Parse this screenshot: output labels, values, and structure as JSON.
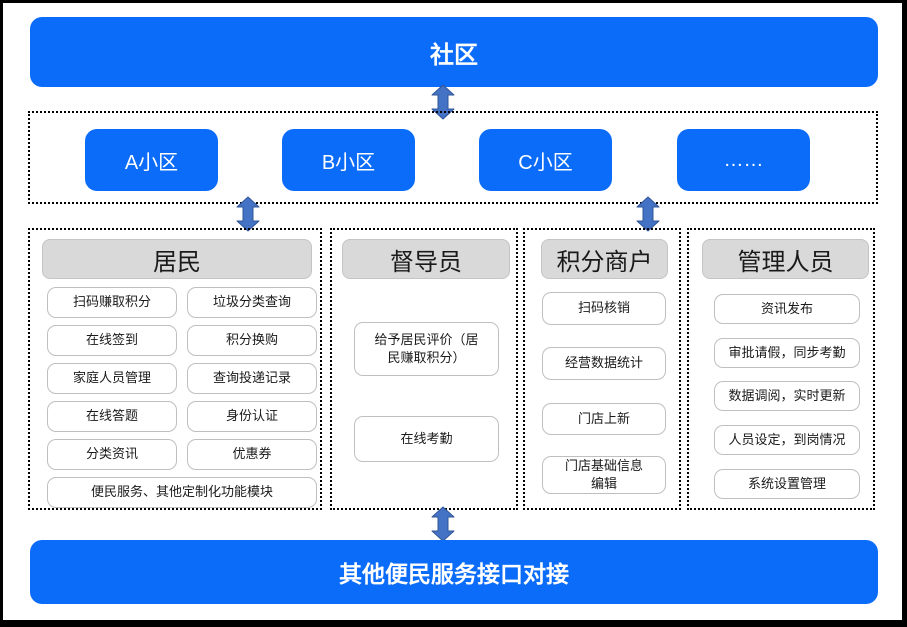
{
  "palette": {
    "primary_blue": "#0b6cfa",
    "arrow_fill": "#4472c4",
    "arrow_outline": "#2f5597",
    "header_gray": "#d9d9d9",
    "item_border": "#bfbfbf"
  },
  "top_bar": {
    "title": "社区"
  },
  "districts": {
    "items": [
      "A小区",
      "B小区",
      "C小区",
      "……"
    ]
  },
  "columns": {
    "residents": {
      "header": "居民",
      "items": [
        "扫码赚取积分",
        "垃圾分类查询",
        "在线签到",
        "积分换购",
        "家庭人员管理",
        "查询投递记录",
        "在线答题",
        "身份认证",
        "分类资讯",
        "优惠券"
      ],
      "footer_item": "便民服务、其他定制化功能模块"
    },
    "supervisors": {
      "header": "督导员",
      "items": [
        "给予居民评价（居民赚取积分）",
        "在线考勤"
      ]
    },
    "merchants": {
      "header": "积分商户",
      "items": [
        "扫码核销",
        "经营数据统计",
        "门店上新",
        "门店基础信息编辑"
      ]
    },
    "admins": {
      "header": "管理人员",
      "items": [
        "资讯发布",
        "审批请假，同步考勤",
        "数据调阅，实时更新",
        "人员设定，到岗情况",
        "系统设置管理"
      ]
    }
  },
  "bottom_bar": {
    "title": "其他便民服务接口对接"
  }
}
